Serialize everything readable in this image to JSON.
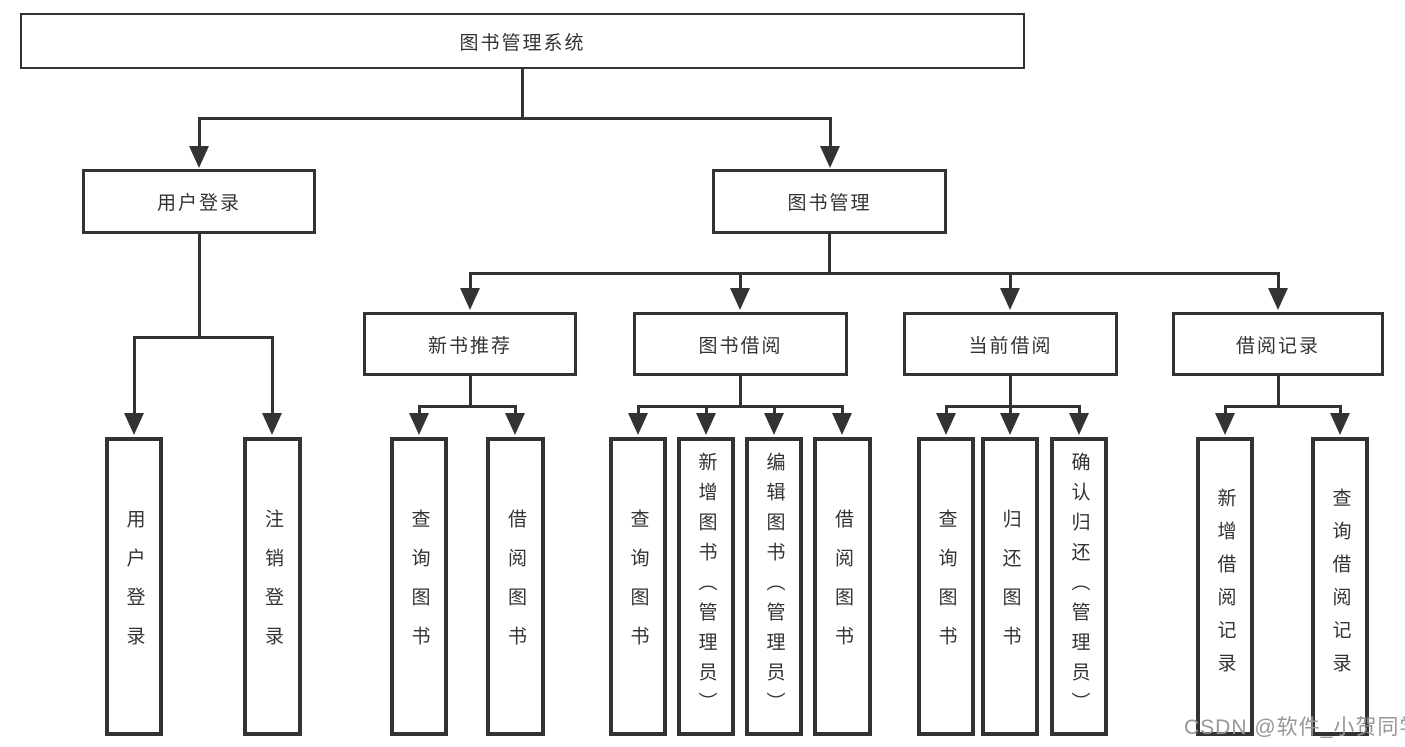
{
  "diagram": {
    "root": {
      "label": "图书管理系统"
    },
    "level2": [
      {
        "label": "用户登录"
      },
      {
        "label": "图书管理"
      }
    ],
    "level3": [
      {
        "label": "新书推荐"
      },
      {
        "label": "图书借阅"
      },
      {
        "label": "当前借阅"
      },
      {
        "label": "借阅记录"
      }
    ],
    "leaves": [
      {
        "label": "用户登录"
      },
      {
        "label": "注销登录"
      },
      {
        "label": "查询图书"
      },
      {
        "label": "借阅图书"
      },
      {
        "label": "查询图书"
      },
      {
        "label": "新增图书（管理员）"
      },
      {
        "label": "编辑图书（管理员）"
      },
      {
        "label": "借阅图书"
      },
      {
        "label": "查询图书"
      },
      {
        "label": "归还图书"
      },
      {
        "label": "确认归还（管理员）"
      },
      {
        "label": "新增借阅记录"
      },
      {
        "label": "查询借阅记录"
      }
    ],
    "watermark": {
      "text": "CSDN @软件_小贺同学"
    },
    "colors": {
      "line": "#333333",
      "box_border": "#333333",
      "text": "#333333",
      "watermark": "#979797",
      "background": "#ffffff"
    }
  }
}
